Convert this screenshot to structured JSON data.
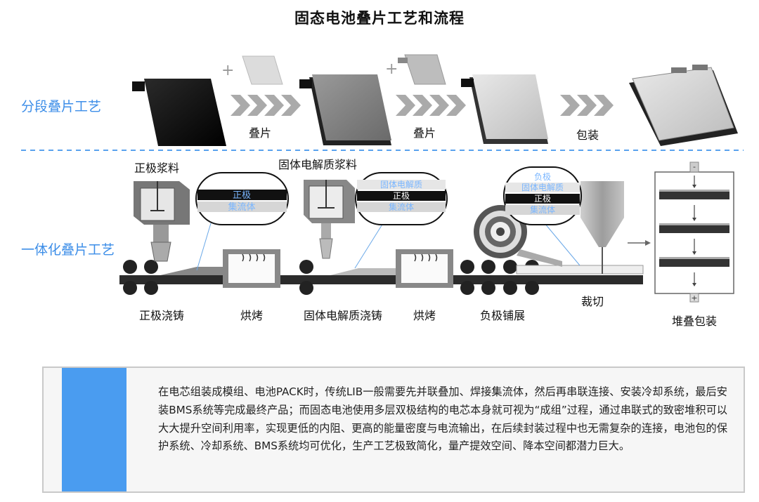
{
  "title": "固态电池叠片工艺和流程",
  "sections": {
    "segmented_label": "分段叠片工艺",
    "integrated_label": "一体化叠片工艺"
  },
  "segmented_steps": [
    "叠片",
    "叠片",
    "包装"
  ],
  "integrated_top_labels": {
    "cathode_slurry": "正极浆料",
    "electrolyte_slurry": "固体电解质浆料"
  },
  "integrated_steps": [
    "正极浇铸",
    "烘烤",
    "固体电解质浇铸",
    "烘烤",
    "负极铺展",
    "裁切",
    "堆叠包装"
  ],
  "layer_callouts": {
    "callout1": [
      "正极",
      "集流体"
    ],
    "callout2": [
      "固体电解质",
      "正极",
      "集流体"
    ],
    "callout3": [
      "负极",
      "固体电解质",
      "正极",
      "集流体"
    ]
  },
  "symbols": {
    "plus": "+",
    "minus": "-"
  },
  "description": "在电芯组装成模组、电池PACK时，传统LIB一般需要先并联叠加、焊接集流体，然后再串联连接、安装冷却系统，最后安装BMS系统等完成最终产品；而固态电池使用多层双极结构的电芯本身就可视为“成组”过程，通过串联式的致密堆积可以大大提升空间利用率，实现更低的内阻、更高的能量密度与电流输出，在后续封装过程中也无需复杂的连接，电池包的保护系统、冷却系统、BMS系统均可优化，生产工艺极致简化，量产提效空间、降本空间都潜力巨大。",
  "colors": {
    "accent": "#3d8ee8",
    "bar": "#4a9cf0",
    "dashed": "#5aa2ee"
  }
}
